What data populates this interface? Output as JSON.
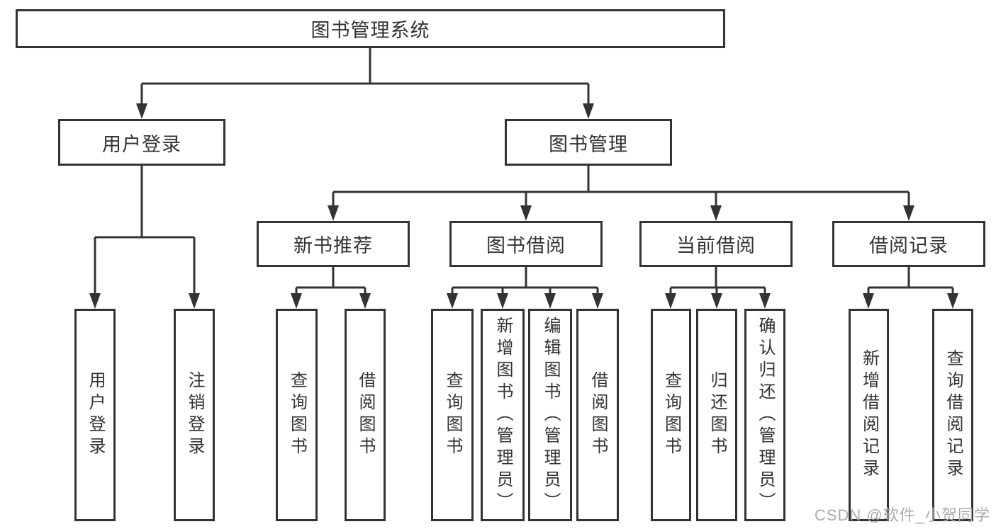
{
  "colors": {
    "line": "#333333",
    "text": "#333333",
    "watermark": "#ababab",
    "background": "#ffffff"
  },
  "watermark": "CSDN @软件_小贺同学",
  "tree": {
    "label": "图书管理系统",
    "children": [
      {
        "label": "用户登录",
        "children": [
          {
            "label": "用户登录"
          },
          {
            "label": "注销登录"
          }
        ]
      },
      {
        "label": "图书管理",
        "children": [
          {
            "label": "新书推荐",
            "children": [
              {
                "label": "查询图书"
              },
              {
                "label": "借阅图书"
              }
            ]
          },
          {
            "label": "图书借阅",
            "children": [
              {
                "label": "查询图书"
              },
              {
                "label": "新增图书（管理员）"
              },
              {
                "label": "编辑图书（管理员）"
              },
              {
                "label": "借阅图书"
              }
            ]
          },
          {
            "label": "当前借阅",
            "children": [
              {
                "label": "查询图书"
              },
              {
                "label": "归还图书"
              },
              {
                "label": "确认归还（管理员）"
              }
            ]
          },
          {
            "label": "借阅记录",
            "children": [
              {
                "label": "新增借阅记录"
              },
              {
                "label": "查询借阅记录"
              }
            ]
          }
        ]
      }
    ]
  }
}
